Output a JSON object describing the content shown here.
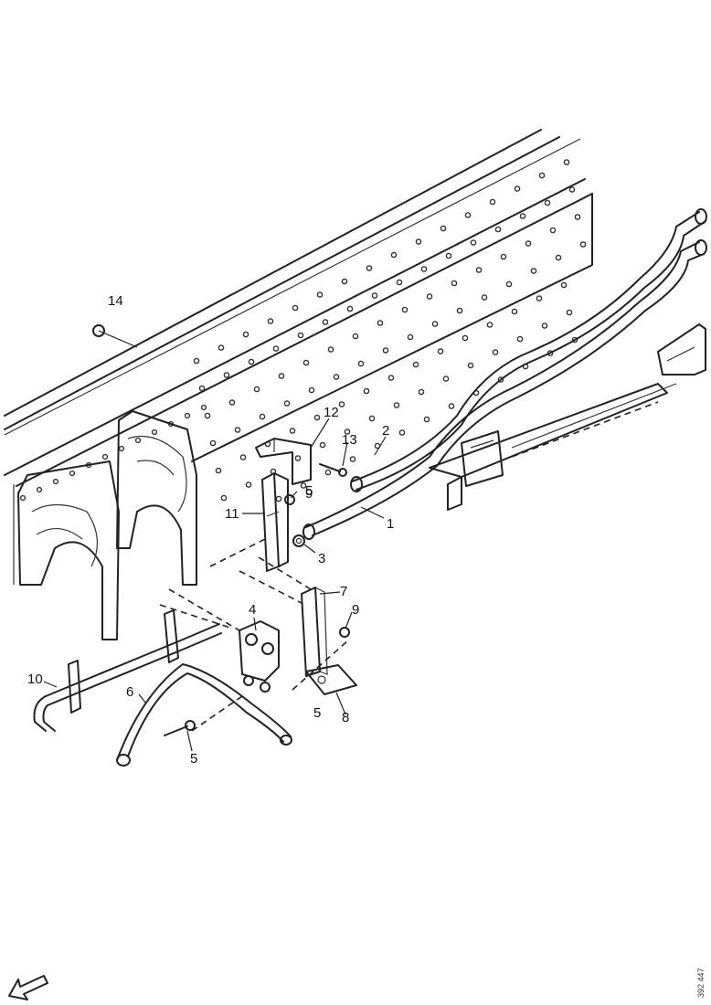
{
  "callouts": {
    "c1": "1",
    "c2": "2",
    "c3": "3",
    "c4": "4",
    "c5a": "5",
    "c5b": "5",
    "c5c": "5",
    "c6": "6",
    "c7": "7",
    "c8": "8",
    "c9a": "9",
    "c9b": "9",
    "c10": "10",
    "c11": "11",
    "c12": "12",
    "c13": "13",
    "c14": "14"
  },
  "reference_number": "392 447",
  "icons": {
    "orientation_arrow": "arrow-down-left-icon"
  }
}
